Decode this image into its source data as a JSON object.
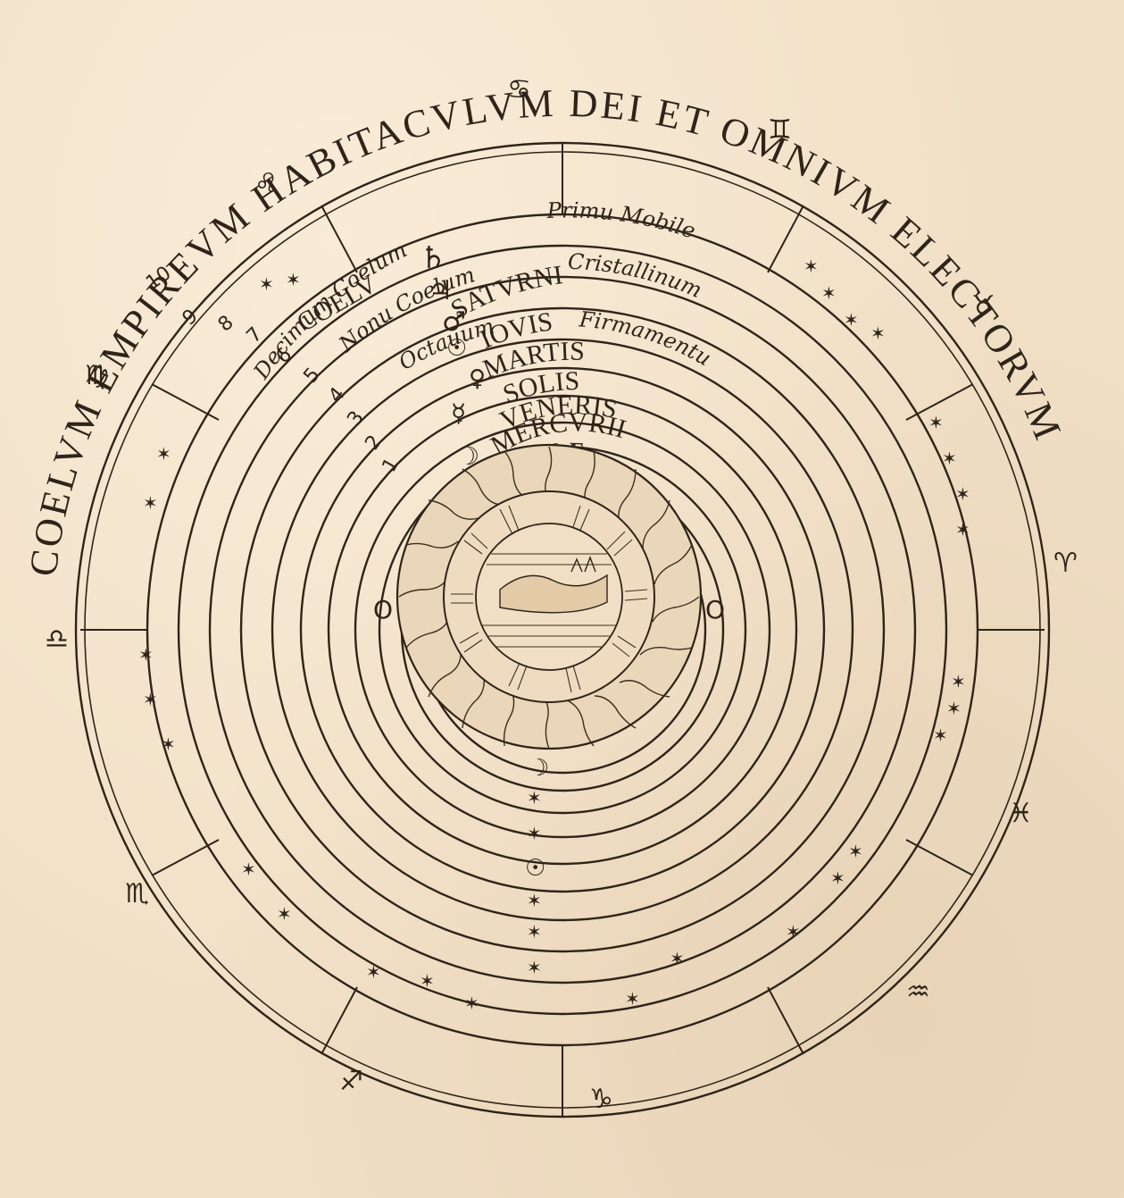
{
  "title": "Geocentric model of the cosmos (woodcut)",
  "outer_inscription": {
    "segments": [
      "EMPIREVM",
      "HABITACVLVM",
      "DEI",
      "ET",
      "OMNIVM",
      "ELECTORVM",
      "COELVM"
    ],
    "full_text": "COELVM EMPIREVM HABITACVLVM DEI ET OMNIVM ELECTORVM"
  },
  "spheres": [
    {
      "order": 10,
      "label": "Decimum Coelum",
      "sub": "Primu Mobile"
    },
    {
      "order": 9,
      "label": "Nonu Coelum",
      "sub": "Cristallinum"
    },
    {
      "order": 8,
      "label": "Octauum",
      "sub": "Firmamentu"
    },
    {
      "order": 7,
      "label": "SATVRNI",
      "symbol": "♄"
    },
    {
      "order": 6,
      "label": "IOVIS",
      "symbol": "♃"
    },
    {
      "order": 5,
      "label": "MARTIS",
      "symbol": "♂"
    },
    {
      "order": 4,
      "label": "SOLIS",
      "symbol": "☉"
    },
    {
      "order": 3,
      "label": "VENERIS",
      "symbol": "♀"
    },
    {
      "order": 2,
      "label": "MERCVRII",
      "symbol": "☿"
    },
    {
      "order": 1,
      "label": "LVNÆ",
      "symbol": "☽"
    }
  ],
  "coelum_prefix": "COELV",
  "sphere_numbers": [
    "1",
    "2",
    "3",
    "4",
    "5",
    "6",
    "7",
    "8",
    "9",
    "10"
  ],
  "zodiac": [
    "♈",
    "♉",
    "♊",
    "♋",
    "♌",
    "♍",
    "♎",
    "♏",
    "♐",
    "♑",
    "♒",
    "♓"
  ],
  "center": {
    "description": "Earth with water, air and fire (elemental spheres)",
    "marks": [
      "O",
      "O"
    ]
  },
  "colors": {
    "paper": "#f1e0c7",
    "ink": "#2e2419"
  }
}
